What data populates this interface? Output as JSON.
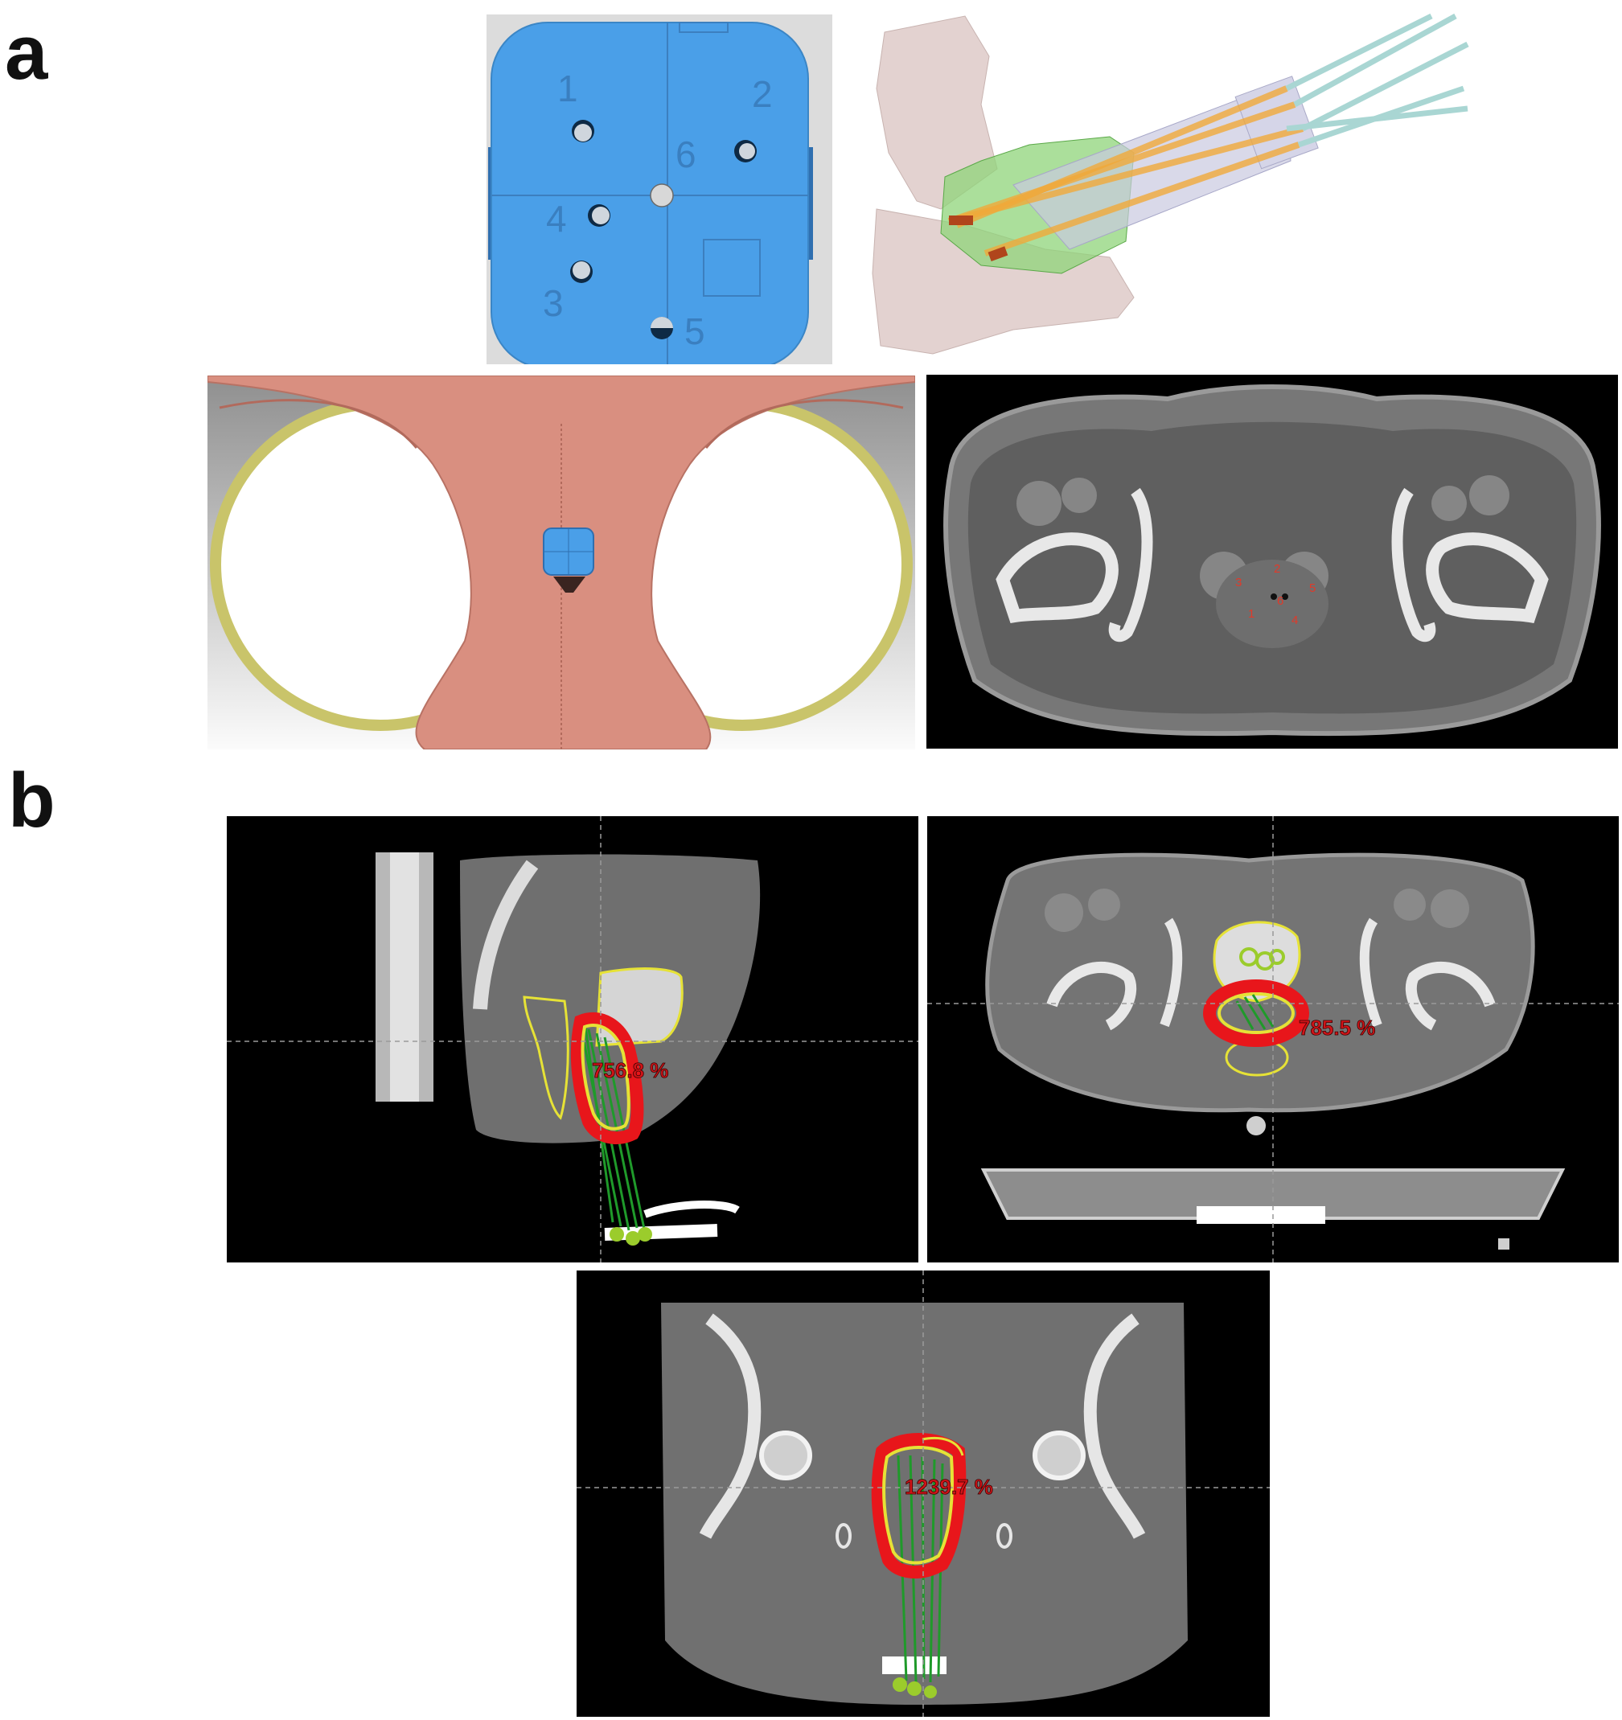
{
  "panels": {
    "a": {
      "label": "a"
    },
    "b": {
      "label": "b"
    }
  },
  "template": {
    "hole_labels": [
      "1",
      "2",
      "3",
      "4",
      "5",
      "6"
    ]
  },
  "ct_axial_a": {
    "hole_labels": [
      "1",
      "2",
      "3",
      "4",
      "5",
      "6"
    ]
  },
  "dose": {
    "sagittal": "756.8 %",
    "axial": "785.5 %",
    "coronal": "1239.7 %"
  },
  "colors": {
    "template_blue": "#4a9fe8",
    "skin": "#d98f80",
    "rim": "#c9c46a",
    "dose_red": "#e8161b",
    "contour_yellow": "#e6e236",
    "needle_green": "#1f9a2a"
  }
}
